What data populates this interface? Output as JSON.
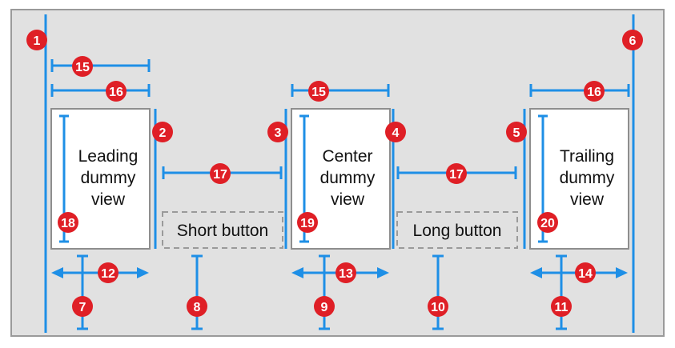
{
  "colors": {
    "canvas": "#e1e1e1",
    "border": "#9a9a9a",
    "guide": "#1e8fe6",
    "badge": "#df1f26",
    "badge_text": "#ffffff",
    "view_fill": "#ffffff",
    "view_border": "#8e8e8e",
    "dashed_border": "#9a9a9a",
    "text": "#111111"
  },
  "views": {
    "leading": {
      "line1": "Leading",
      "line2": "dummy",
      "line3": "view"
    },
    "center": {
      "line1": "Center",
      "line2": "dummy",
      "line3": "view"
    },
    "trailing": {
      "line1": "Trailing",
      "line2": "dummy",
      "line3": "view"
    }
  },
  "buttons": {
    "short": "Short button",
    "long": "Long button"
  },
  "badges": {
    "b1": "1",
    "b2": "2",
    "b3": "3",
    "b4": "4",
    "b5": "5",
    "b6": "6",
    "b7": "7",
    "b8": "8",
    "b9": "9",
    "b10": "10",
    "b11": "11",
    "b12": "12",
    "b13": "13",
    "b14": "14",
    "b15a": "15",
    "b15b": "15",
    "b16a": "16",
    "b16b": "16",
    "b17a": "17",
    "b17b": "17",
    "b18": "18",
    "b19": "19",
    "b20": "20"
  }
}
